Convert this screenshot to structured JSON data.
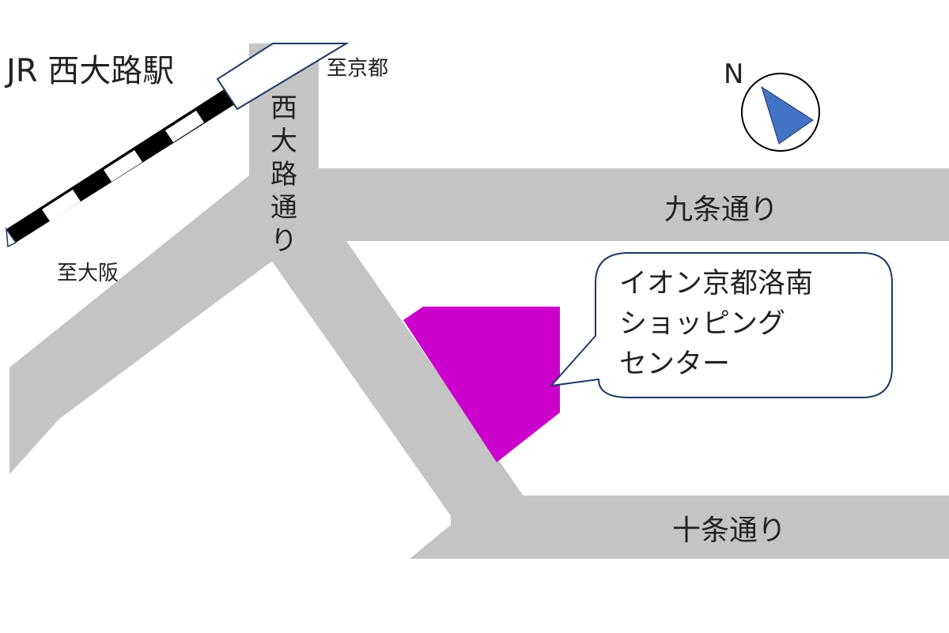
{
  "station": {
    "label": "JR 西大路駅"
  },
  "directions": {
    "to_kyoto": "至京都",
    "to_osaka": "至大阪"
  },
  "roads": {
    "nishioji": [
      "西",
      "大",
      "路",
      "通",
      "り"
    ],
    "kujo": "九条通り",
    "jujo": "十条通り"
  },
  "callout": {
    "lines": [
      "イオン京都洛南",
      "ショッピング",
      "センター"
    ]
  },
  "compass": {
    "label": "N"
  },
  "colors": {
    "road": "#c4c4c4",
    "destination": "#cc00cc",
    "compass_arrow": "#4472c4"
  }
}
